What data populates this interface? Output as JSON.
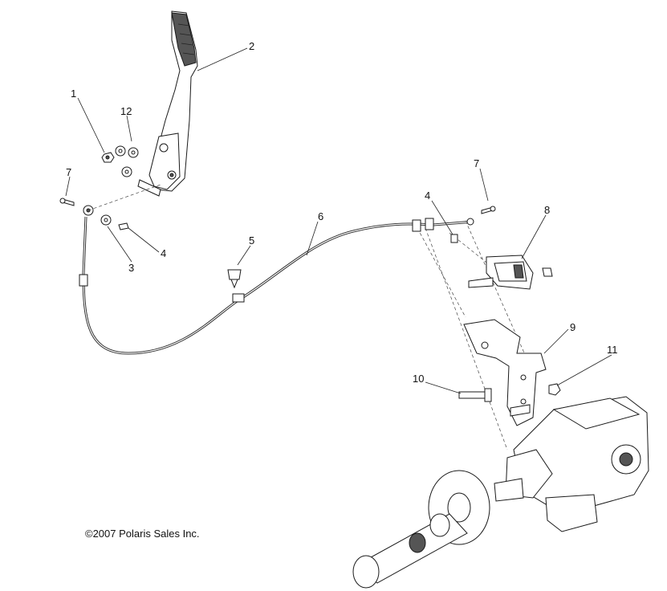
{
  "callouts": {
    "c1": "1",
    "c2": "2",
    "c3": "3",
    "c4a": "4",
    "c4b": "4",
    "c5": "5",
    "c6": "6",
    "c7a": "7",
    "c7b": "7",
    "c8": "8",
    "c9": "9",
    "c10": "10",
    "c11": "11",
    "c12": "12"
  },
  "copyright": "©2007 Polaris Sales Inc."
}
